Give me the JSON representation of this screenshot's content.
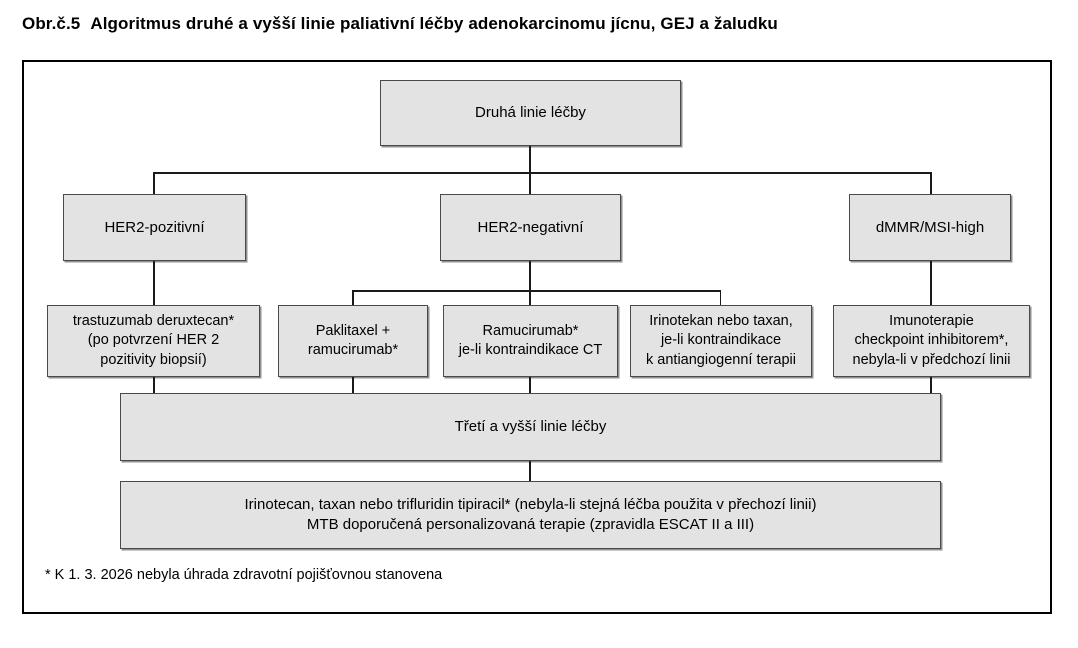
{
  "figure": {
    "label": "Obr.č.5",
    "title": "Algoritmus druhé a vyšší linie paliativní léčby adenokarcinomu jícnu, GEJ a žaludku"
  },
  "colors": {
    "background": "#ffffff",
    "box_fill": "#e3e3e3",
    "box_border": "#4a4a4a",
    "frame_border": "#000000",
    "connector": "#1a1a1a",
    "text": "#000000"
  },
  "flowchart": {
    "nodes": {
      "second_line": {
        "label": "Druhá linie léčby"
      },
      "her2_positive": {
        "label": "HER2-pozitivní"
      },
      "her2_negative": {
        "label": "HER2-negativní"
      },
      "dmmr_msi_high": {
        "label": "dMMR/MSI-high"
      },
      "trastuzumab_deruxtecan": {
        "label": "trastuzumab deruxtecan*\n(po potvrzení HER 2\npozitivity biopsií)"
      },
      "paklitaxel_ramucirumab": {
        "label": "Paklitaxel +\nramucirumab*"
      },
      "ramucirumab_mono": {
        "label": "Ramucirumab*\nje-li kontraindikace CT"
      },
      "irinotekan_taxan": {
        "label": "Irinotekan nebo taxan,\nje-li kontraindikace\nk antiangiogenní terapii"
      },
      "imunoterapie": {
        "label": "Imunoterapie\ncheckpoint inhibitorem*,\nnebyla-li v předchozí linii"
      },
      "third_line": {
        "label": "Třetí a vyšší linie léčby"
      },
      "later_line_options": {
        "label": "Irinotecan, taxan nebo trifluridin tipiracil* (nebyla-li stejná léčba použita v přechozí linii)\nMTB doporučená personalizovaná terapie (zpravidla ESCAT II a III)"
      }
    },
    "footnote": "* K 1. 3. 2026 nebyla úhrada zdravotní pojišťovnou stanovena"
  }
}
